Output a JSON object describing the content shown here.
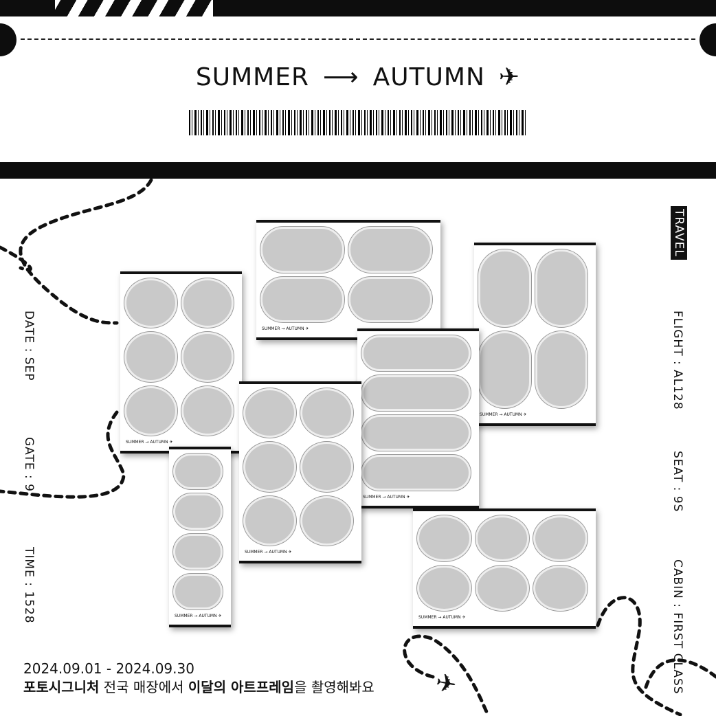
{
  "header": {
    "from": "SUMMER",
    "arrow": "⟶",
    "to": "AUTUMN",
    "plane_icon": "✈"
  },
  "left_info": [
    "DATE : SEP",
    "GATE : 9",
    "TIME : 1528"
  ],
  "right_info": {
    "badge": "TRAVEL",
    "items": [
      "FLIGHT : AL128",
      "SEAT : 9S",
      "CABIN : FIRST CLASS"
    ]
  },
  "frame_label": "SUMMER → AUTUMN ✈",
  "bottom": {
    "dates": "2024.09.01 - 2024.09.30",
    "brand": "포토시그니처",
    "text1": " 전국 매장에서 ",
    "highlight": "이달의 아트프레임",
    "text2": "을 촬영해봐요"
  },
  "plane_icon": "✈"
}
